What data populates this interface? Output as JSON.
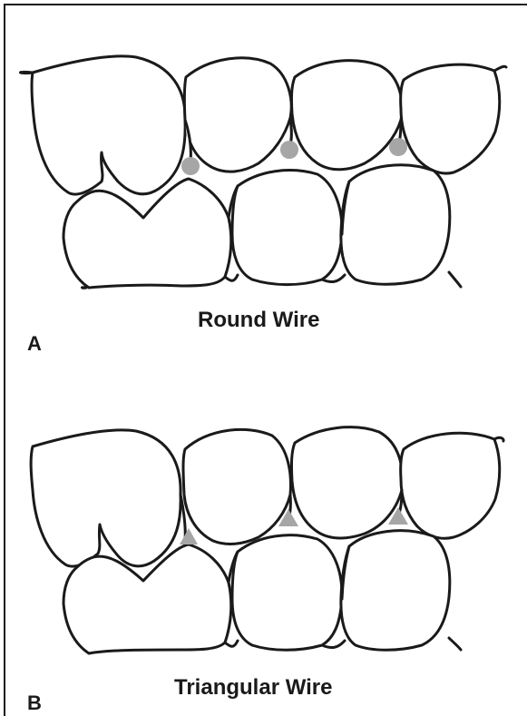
{
  "panels": [
    {
      "letter": "A",
      "caption": "Round Wire",
      "wire_shape": "circle",
      "wire_color": "#a6a6a6"
    },
    {
      "letter": "B",
      "caption": "Triangular Wire",
      "wire_shape": "triangle",
      "wire_color": "#a6a6a6"
    }
  ],
  "outline_color": "#1a1a1a"
}
